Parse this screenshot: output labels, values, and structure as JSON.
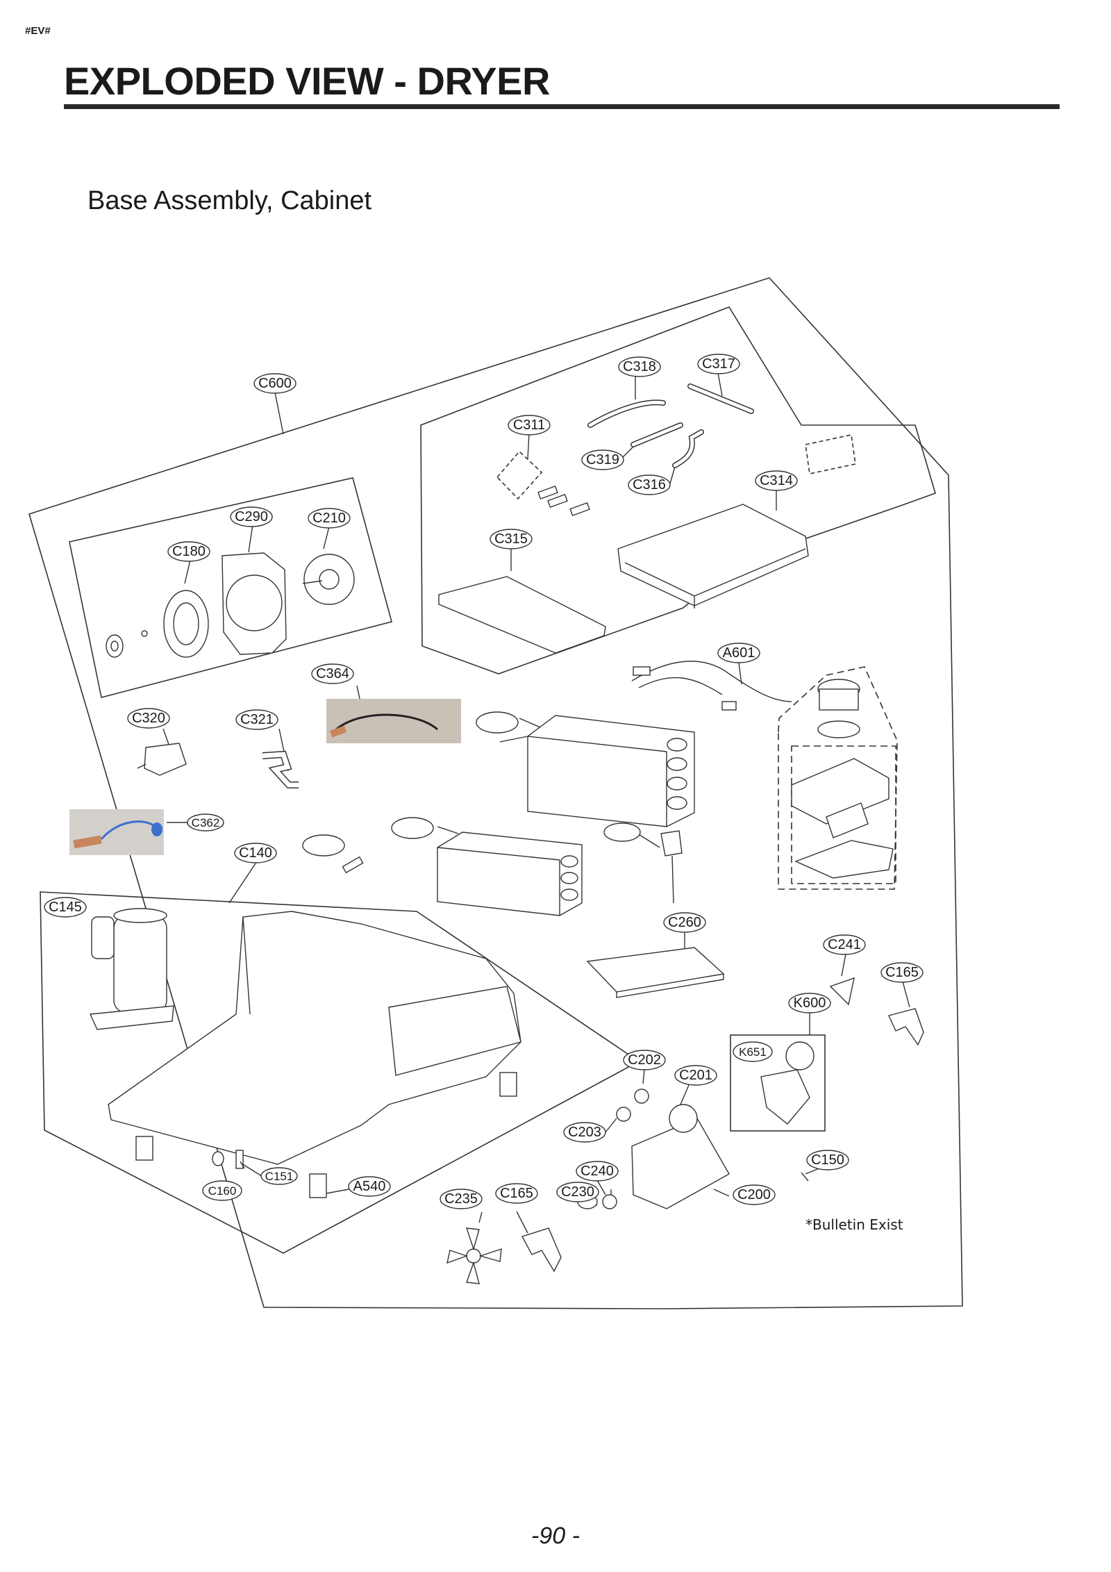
{
  "header": {
    "tag": "#EV#",
    "title": "EXPLODED VIEW - DRYER",
    "subtitle": "Base Assembly, Cabinet"
  },
  "callouts": [
    {
      "id": "C600",
      "label": "C600"
    },
    {
      "id": "C318",
      "label": "C318"
    },
    {
      "id": "C317",
      "label": "C317"
    },
    {
      "id": "C311",
      "label": "C311"
    },
    {
      "id": "C319",
      "label": "C319"
    },
    {
      "id": "C316",
      "label": "C316"
    },
    {
      "id": "C314",
      "label": "C314"
    },
    {
      "id": "C290",
      "label": "C290"
    },
    {
      "id": "C210",
      "label": "C210"
    },
    {
      "id": "C180",
      "label": "C180"
    },
    {
      "id": "C315",
      "label": "C315"
    },
    {
      "id": "A601",
      "label": "A601"
    },
    {
      "id": "C364",
      "label": "C364"
    },
    {
      "id": "C320",
      "label": "C320"
    },
    {
      "id": "C321",
      "label": "C321"
    },
    {
      "id": "C362",
      "label": "C362"
    },
    {
      "id": "C140",
      "label": "C140"
    },
    {
      "id": "C145",
      "label": "C145"
    },
    {
      "id": "C260",
      "label": "C260"
    },
    {
      "id": "C241",
      "label": "C241"
    },
    {
      "id": "C165a",
      "label": "C165"
    },
    {
      "id": "K600",
      "label": "K600"
    },
    {
      "id": "K651",
      "label": "K651"
    },
    {
      "id": "C202",
      "label": "C202"
    },
    {
      "id": "C201",
      "label": "C201"
    },
    {
      "id": "C203",
      "label": "C203"
    },
    {
      "id": "C240",
      "label": "C240"
    },
    {
      "id": "C150",
      "label": "C150"
    },
    {
      "id": "C151",
      "label": "C151"
    },
    {
      "id": "C160",
      "label": "C160"
    },
    {
      "id": "A540",
      "label": "A540"
    },
    {
      "id": "C235",
      "label": "C235"
    },
    {
      "id": "C165b",
      "label": "C165"
    },
    {
      "id": "C230",
      "label": "C230"
    },
    {
      "id": "C200",
      "label": "C200"
    }
  ],
  "note": "*Bulletin Exist",
  "footer": {
    "page": "-90 -"
  },
  "colors": {
    "line": "#333333",
    "photo_bg": "#c9c1b6",
    "sensor_copper": "#c8845a",
    "sensor_blue": "#3a6fd0"
  }
}
